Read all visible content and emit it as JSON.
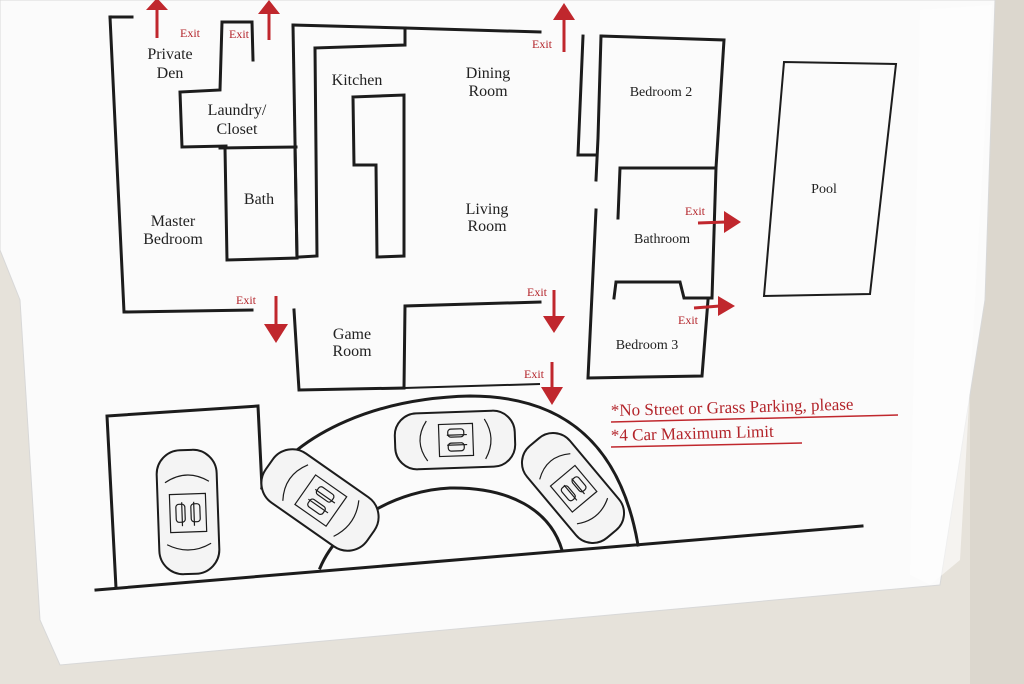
{
  "rooms": {
    "private_den": [
      "Private",
      "Den"
    ],
    "laundry": [
      "Laundry/",
      "Closet"
    ],
    "kitchen": "Kitchen",
    "dining": [
      "Dining",
      "Room"
    ],
    "bedroom2": "Bedroom 2",
    "pool": "Pool",
    "bath": "Bath",
    "master": [
      "Master",
      "Bedroom"
    ],
    "living": [
      "Living",
      "Room"
    ],
    "bathroom": "Bathroom",
    "game": [
      "Game",
      "Room"
    ],
    "bedroom3": "Bedroom 3"
  },
  "exit_label": "Exit",
  "notes": [
    "*No Street or Grass Parking, please",
    "*4 Car Maximum Limit"
  ],
  "colors": {
    "exit_red": "#c0272d",
    "wall": "#1c1c1c",
    "paper": "#fbfbfb",
    "wall_bg": "#e6e2da"
  }
}
